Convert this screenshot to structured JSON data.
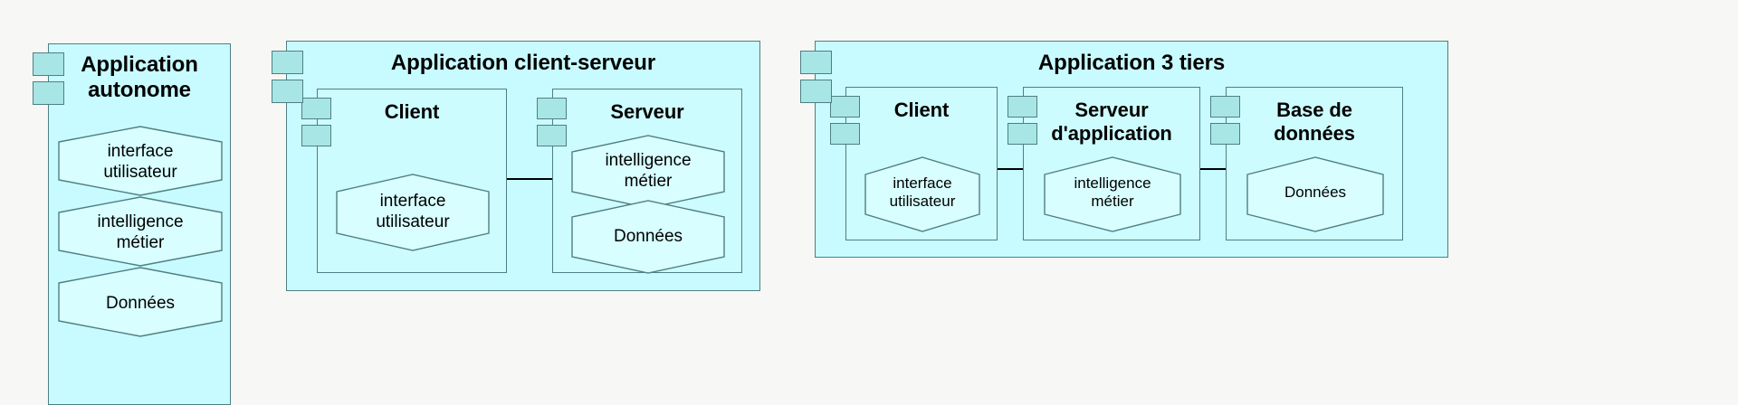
{
  "diagram": {
    "title_visible": false,
    "background_color": "#f7f7f5",
    "component_fill": "#c8fbff",
    "component_inner_fill": "#cdfcff",
    "border_color": "#4f7f82",
    "icon_fill": "#a8e6e6",
    "connector_color": "#000000"
  },
  "components": [
    {
      "id": "standalone",
      "title": "Application\nautonome",
      "icon_name": "uml-component-icon",
      "layers": [
        {
          "label": "interface\nutilisateur"
        },
        {
          "label": "intelligence\nmétier"
        },
        {
          "label": "Données"
        }
      ]
    },
    {
      "id": "client-server",
      "title": "Application client-serveur",
      "icon_name": "uml-component-icon",
      "subcomponents": [
        {
          "id": "cs-client",
          "title": "Client",
          "icon_name": "uml-component-icon",
          "layers": [
            {
              "label": "interface\nutilisateur"
            }
          ]
        },
        {
          "id": "cs-serveur",
          "title": "Serveur",
          "icon_name": "uml-component-icon",
          "layers": [
            {
              "label": "intelligence\nmétier"
            },
            {
              "label": "Données"
            }
          ]
        }
      ],
      "connectors": [
        {
          "from": "cs-client",
          "to": "cs-serveur"
        }
      ]
    },
    {
      "id": "three-tier",
      "title": "Application 3 tiers",
      "icon_name": "uml-component-icon",
      "subcomponents": [
        {
          "id": "t3-client",
          "title": "Client",
          "icon_name": "uml-component-icon",
          "layers": [
            {
              "label": "interface\nutilisateur"
            }
          ]
        },
        {
          "id": "t3-serveur",
          "title": "Serveur\nd'application",
          "icon_name": "uml-component-icon",
          "layers": [
            {
              "label": "intelligence\nmétier"
            }
          ]
        },
        {
          "id": "t3-bdd",
          "title": "Base de\ndonnées",
          "icon_name": "uml-component-icon",
          "layers": [
            {
              "label": "Données"
            }
          ]
        }
      ],
      "connectors": [
        {
          "from": "t3-client",
          "to": "t3-serveur"
        },
        {
          "from": "t3-serveur",
          "to": "t3-bdd"
        }
      ]
    }
  ]
}
